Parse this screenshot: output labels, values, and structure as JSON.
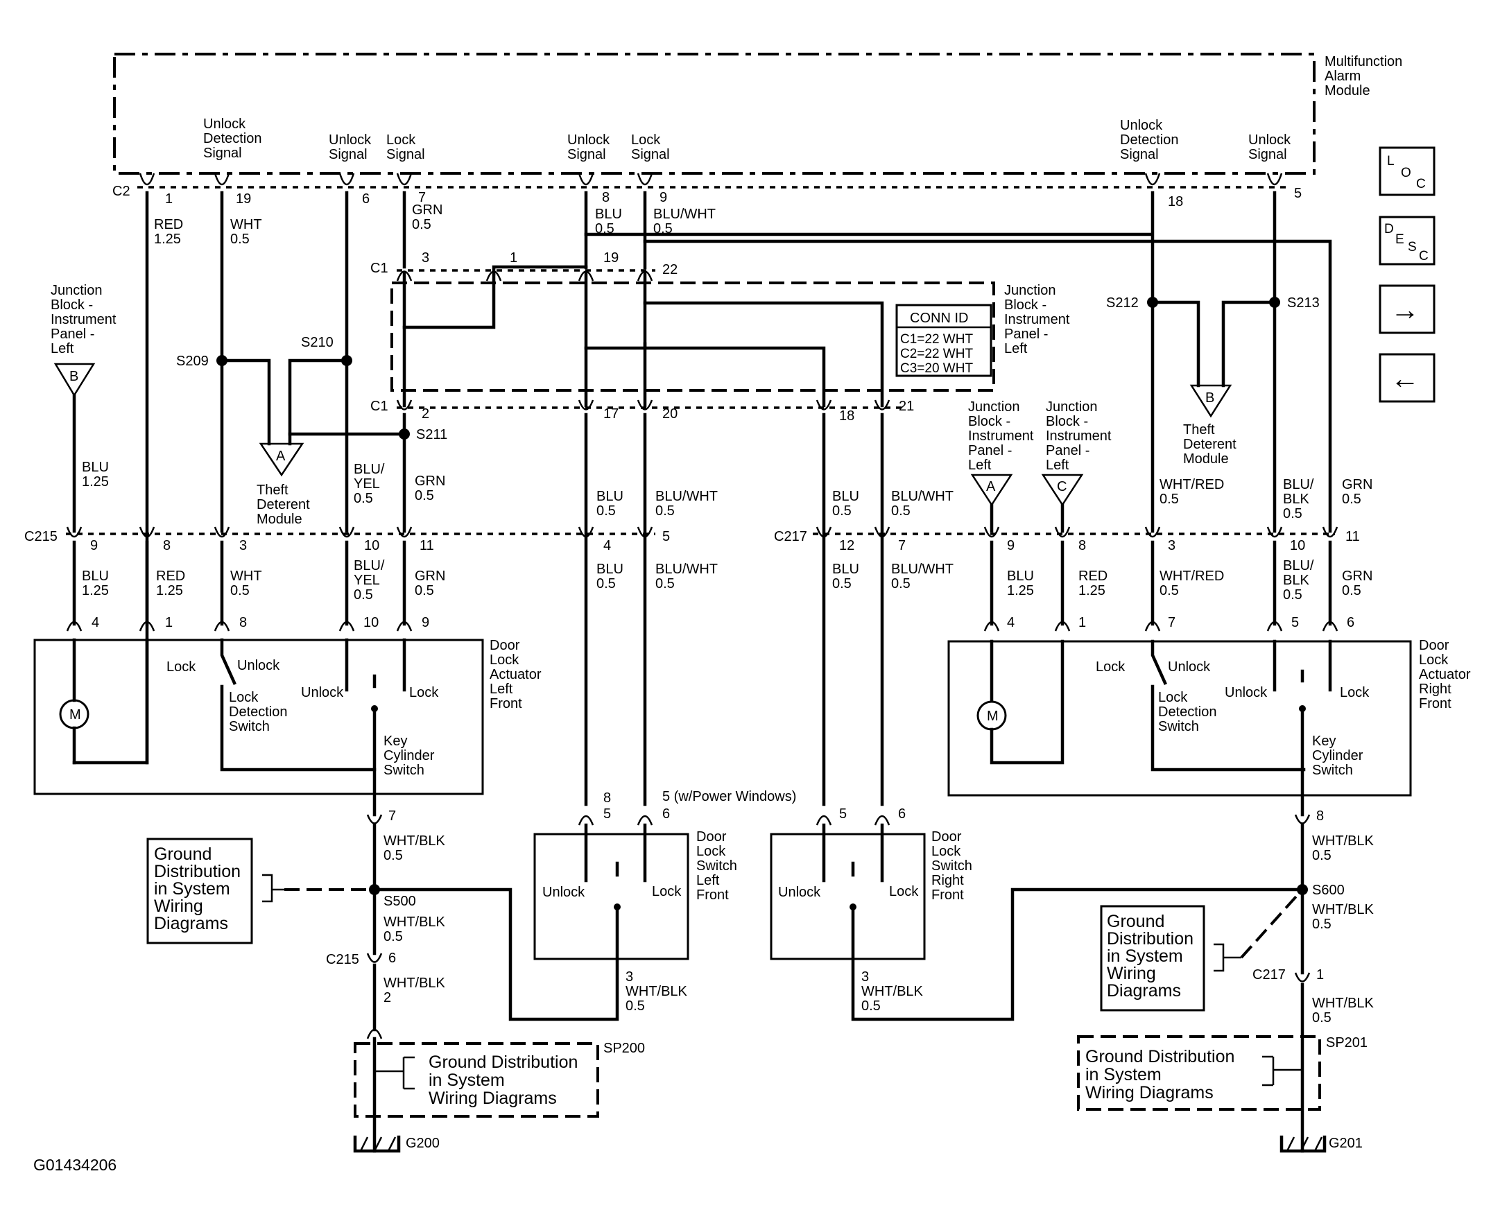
{
  "diagram_id": "G01434206",
  "nav": {
    "loc": {
      "l": "L",
      "o": "O",
      "c": "C"
    },
    "desc": {
      "d": "D",
      "e": "E",
      "s": "S",
      "c": "C"
    },
    "next": "→",
    "prev": "←"
  },
  "modules": {
    "mam": [
      "Multifunction",
      "Alarm",
      "Module"
    ],
    "jb_ipl": [
      "Junction",
      "Block -",
      "Instrument",
      "Panel -",
      "Left"
    ],
    "jb_ipl2": [
      "Junction",
      "Block -",
      "Instrument",
      "Panel -",
      "Left"
    ],
    "jb_ipl3": [
      "Junction",
      "Block -",
      "Instrument",
      "Panel -",
      "Left"
    ],
    "jb_ipl4": [
      "Junction",
      "Block -",
      "Instrument",
      "Panel -",
      "Left"
    ],
    "theft": [
      "Theft",
      "Deterent",
      "Module"
    ],
    "theft2": [
      "Theft",
      "Deterent",
      "Module"
    ],
    "actuator_lf": [
      "Door",
      "Lock",
      "Actuator",
      "Left",
      "Front"
    ],
    "actuator_rf": [
      "Door",
      "Lock",
      "Actuator",
      "Right",
      "Front"
    ],
    "switch_lf": [
      "Door",
      "Lock",
      "Switch",
      "Left",
      "Front"
    ],
    "switch_rf": [
      "Door",
      "Lock",
      "Switch",
      "Right",
      "Front"
    ]
  },
  "signals": {
    "uds_l": [
      "Unlock",
      "Detection",
      "Signal"
    ],
    "us_l": [
      "Unlock",
      "Signal"
    ],
    "ls_l": [
      "Lock",
      "Signal"
    ],
    "us_c": [
      "Unlock",
      "Signal"
    ],
    "ls_c": [
      "Lock",
      "Signal"
    ],
    "uds_r": [
      "Unlock",
      "Detection",
      "Signal"
    ],
    "us_r": [
      "Unlock",
      "Signal"
    ]
  },
  "conn_id": {
    "title": "CONN ID",
    "rows": [
      "C1=22 WHT",
      "C2=22 WHT",
      "C3=20 WHT"
    ]
  },
  "connectors": {
    "c2": "C2",
    "c1_top": "C1",
    "c1_bot": "C1",
    "c215": "C215",
    "c215b": "C215",
    "c217": "C217",
    "c217b": "C217"
  },
  "splices": {
    "s209": "S209",
    "s210": "S210",
    "s211": "S211",
    "s212": "S212",
    "s213": "S213",
    "s500": "S500",
    "s600": "S600",
    "sp200": "SP200",
    "sp201": "SP201",
    "g200": "G200",
    "g201": "G201"
  },
  "triangles": {
    "b1": "B",
    "a1": "A",
    "a2": "A",
    "c1": "C",
    "b2": "B"
  },
  "pins": {
    "c2": [
      "1",
      "19",
      "6",
      "7",
      "8",
      "9",
      "18",
      "5"
    ],
    "c1top": [
      "3",
      "1",
      "19",
      "22"
    ],
    "c1bot": [
      "2",
      "17",
      "20",
      "18",
      "21"
    ],
    "c215": [
      "9",
      "8",
      "3",
      "10",
      "11",
      "4",
      "5"
    ],
    "c217": [
      "12",
      "7",
      "9",
      "8",
      "3",
      "10",
      "11"
    ],
    "lf": [
      "4",
      "1",
      "8",
      "10",
      "9"
    ],
    "rf": [
      "4",
      "1",
      "7",
      "5",
      "6"
    ],
    "lf7": "7",
    "rf8": "8",
    "c215_6": "6",
    "c217_1": "1",
    "swlf_top": [
      "8",
      "5",
      "6"
    ],
    "swlf_pw": "5 (w/Power Windows)",
    "swrf_top": [
      "5",
      "6"
    ],
    "swlf_3": "3",
    "swrf_3": "3"
  },
  "wires": {
    "red125": [
      "RED",
      "1.25"
    ],
    "wht05": [
      "WHT",
      "0.5"
    ],
    "grn05": [
      "GRN",
      "0.5"
    ],
    "blu05": [
      "BLU",
      "0.5"
    ],
    "bluwht05": [
      "BLU/WHT",
      "0.5"
    ],
    "blu125": [
      "BLU",
      "1.25"
    ],
    "bluyel05": [
      "BLU/",
      "YEL",
      "0.5"
    ],
    "whtred05": [
      "WHT/RED",
      "0.5"
    ],
    "blublk05": [
      "BLU/",
      "BLK",
      "0.5"
    ],
    "whtblk05": [
      "WHT/BLK",
      "0.5"
    ],
    "whtblk2": [
      "WHT/BLK",
      "2"
    ]
  },
  "switches": {
    "lock": "Lock",
    "unlock": "Unlock",
    "motor": "M",
    "lock_det": [
      "Lock",
      "Detection",
      "Switch"
    ],
    "key_cyl": [
      "Key",
      "Cylinder",
      "Switch"
    ]
  },
  "ground_note": [
    "Ground",
    "Distribution",
    "in System",
    "Wiring",
    "Diagrams"
  ],
  "ground_note_sp": [
    "Ground Distribution",
    "in System",
    "Wiring Diagrams"
  ]
}
